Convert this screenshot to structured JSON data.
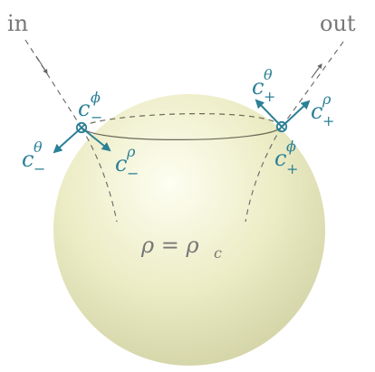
{
  "labels": {
    "in": "in",
    "out": "out",
    "rho_eq": "ρ = ρ",
    "rho_sub": "c",
    "c": "c",
    "phi": "ϕ",
    "theta": "θ",
    "rho": "ρ",
    "minus": "−",
    "plus": "+"
  },
  "colors": {
    "vector": "#2a8096",
    "sphere_center": "#fdfde9",
    "sphere_edge": "#c7c79a",
    "text_gray": "#777777",
    "dashed": "#666666",
    "ring": "#6a6a58"
  }
}
